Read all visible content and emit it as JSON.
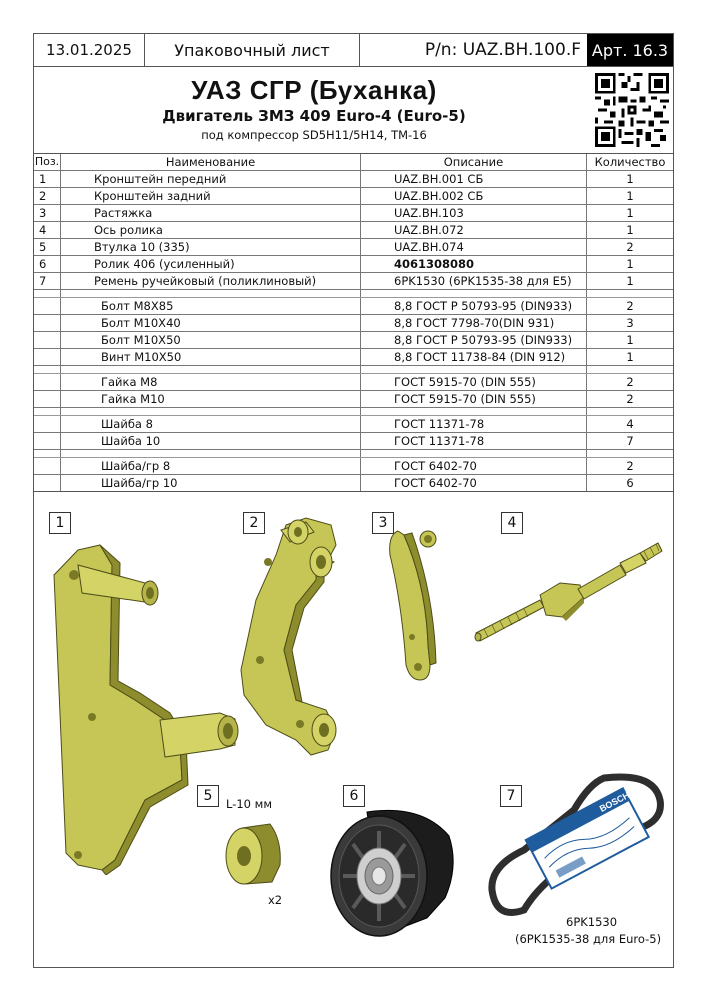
{
  "header": {
    "date": "13.01.2025",
    "doc_type": "Упаковочный лист",
    "part_number": "P/n: UAZ.BH.100.F",
    "article": "Арт. 16.3"
  },
  "title": {
    "line1": "УАЗ СГР (Буханка)",
    "line2": "Двигатель ЗМЗ 409 Euro-4 (Euro-5)",
    "line3": "под компрессор SD5H11/5H14, ТМ-16"
  },
  "table": {
    "headers": [
      "Поз.",
      "Наименование",
      "Описание",
      "Количество"
    ],
    "main_rows": [
      {
        "pos": "1",
        "name": "Кронштейн передний",
        "desc": "UAZ.BH.001 СБ",
        "qty": "1"
      },
      {
        "pos": "2",
        "name": "Кронштейн задний",
        "desc": "UAZ.BH.002 СБ",
        "qty": "1"
      },
      {
        "pos": "3",
        "name": "Растяжка",
        "desc": "UAZ.BH.103",
        "qty": "1"
      },
      {
        "pos": "4",
        "name": "Ось ролика",
        "desc": "UAZ.BH.072",
        "qty": "1"
      },
      {
        "pos": "5",
        "name": "Втулка 10 (335)",
        "desc": "UAZ.BH.074",
        "qty": "2"
      },
      {
        "pos": "6",
        "name": "Ролик 406 (усиленный)",
        "desc": "4061308080",
        "qty": "1"
      },
      {
        "pos": "7",
        "name": "Ремень ручейковый (поликлиновый)",
        "desc": "6PK1530 (6PK1535-38 для E5)",
        "qty": "1"
      }
    ],
    "bolts": [
      {
        "name": "Болт М8Х85",
        "desc": "8,8 ГОСТ Р 50793-95 (DIN933)",
        "qty": "2"
      },
      {
        "name": "Болт М10Х40",
        "desc": "8,8 ГОСТ 7798-70(DIN 931)",
        "qty": "3"
      },
      {
        "name": "Болт М10Х50",
        "desc": "8,8 ГОСТ Р 50793-95 (DIN933)",
        "qty": "1"
      },
      {
        "name": "Винт М10Х50",
        "desc": "8,8 ГОСТ 11738-84 (DIN 912)",
        "qty": "1"
      }
    ],
    "nuts": [
      {
        "name": "Гайка М8",
        "desc": "ГОСТ 5915-70 (DIN 555)",
        "qty": "2"
      },
      {
        "name": "Гайка М10",
        "desc": "ГОСТ 5915-70 (DIN 555)",
        "qty": "2"
      }
    ],
    "washers": [
      {
        "name": "Шайба 8",
        "desc": "ГОСТ 11371-78",
        "qty": "4"
      },
      {
        "name": "Шайба 10",
        "desc": "ГОСТ 11371-78",
        "qty": "7"
      }
    ],
    "spring_washers": [
      {
        "name": "Шайба/гр 8",
        "desc": "ГОСТ 6402-70",
        "qty": "2"
      },
      {
        "name": "Шайба/гр 10",
        "desc": "ГОСТ 6402-70",
        "qty": "6"
      }
    ]
  },
  "figures": {
    "badges": [
      "1",
      "2",
      "3",
      "4",
      "5",
      "6",
      "7"
    ],
    "sleeve_length": "L-10 мм",
    "sleeve_count": "x2",
    "belt_label_1": "6PK1530",
    "belt_label_2": "(6PK1535-38 для Euro-5)",
    "belt_brand": "BOSCH"
  },
  "colors": {
    "part_fill": "#cccc5a",
    "part_shade": "#9a9a33",
    "part_edge": "#4d4d18",
    "pulley_dark": "#2b2b2b",
    "belt_box_blue": "#1f5c9e"
  }
}
